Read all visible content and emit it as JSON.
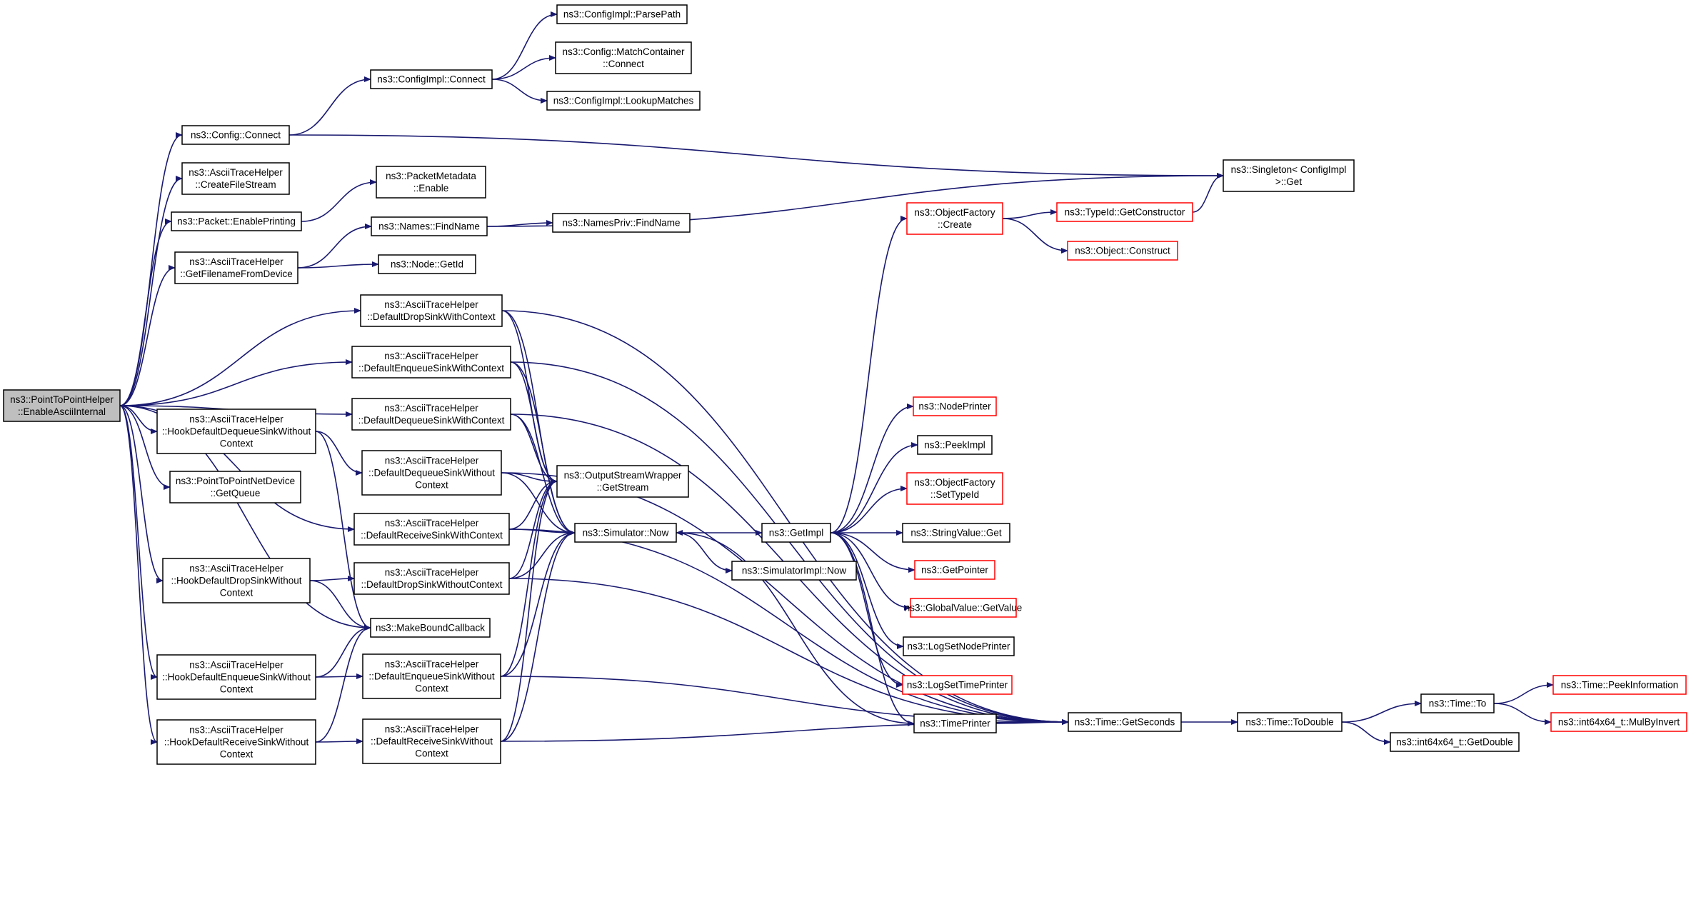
{
  "colors": {
    "edge": "#191970",
    "node_border": "#000000",
    "truncated_border": "#ff0000",
    "root_fill": "#bfbfbf",
    "node_fill": "#ffffff"
  },
  "nodes": [
    {
      "id": "root",
      "lines": [
        "ns3::PointToPointHelper",
        "::EnableAsciiInternal"
      ],
      "style": "root"
    },
    {
      "id": "cfg_connect",
      "lines": [
        "ns3::Config::Connect"
      ],
      "style": "normal"
    },
    {
      "id": "create_file_stream",
      "lines": [
        "ns3::AsciiTraceHelper",
        "::CreateFileStream"
      ],
      "style": "normal"
    },
    {
      "id": "packet_enable_printing",
      "lines": [
        "ns3::Packet::EnablePrinting"
      ],
      "style": "normal"
    },
    {
      "id": "get_filename",
      "lines": [
        "ns3::AsciiTraceHelper",
        "::GetFilenameFromDevice"
      ],
      "style": "normal"
    },
    {
      "id": "hook_dequeue",
      "lines": [
        "ns3::AsciiTraceHelper",
        "::HookDefaultDequeueSinkWithout",
        "Context"
      ],
      "style": "normal"
    },
    {
      "id": "p2p_get_queue",
      "lines": [
        "ns3::PointToPointNetDevice",
        "::GetQueue"
      ],
      "style": "normal"
    },
    {
      "id": "hook_drop",
      "lines": [
        "ns3::AsciiTraceHelper",
        "::HookDefaultDropSinkWithout",
        "Context"
      ],
      "style": "normal"
    },
    {
      "id": "hook_enqueue",
      "lines": [
        "ns3::AsciiTraceHelper",
        "::HookDefaultEnqueueSinkWithout",
        "Context"
      ],
      "style": "normal"
    },
    {
      "id": "hook_receive",
      "lines": [
        "ns3::AsciiTraceHelper",
        "::HookDefaultReceiveSinkWithout",
        "Context"
      ],
      "style": "normal"
    },
    {
      "id": "cfgimpl_connect",
      "lines": [
        "ns3::ConfigImpl::Connect"
      ],
      "style": "normal"
    },
    {
      "id": "pkt_metadata_enable",
      "lines": [
        "ns3::PacketMetadata",
        "::Enable"
      ],
      "style": "normal"
    },
    {
      "id": "names_findname",
      "lines": [
        "ns3::Names::FindName"
      ],
      "style": "normal"
    },
    {
      "id": "node_getid",
      "lines": [
        "ns3::Node::GetId"
      ],
      "style": "normal"
    },
    {
      "id": "drop_with_ctx",
      "lines": [
        "ns3::AsciiTraceHelper",
        "::DefaultDropSinkWithContext"
      ],
      "style": "normal"
    },
    {
      "id": "enqueue_with_ctx",
      "lines": [
        "ns3::AsciiTraceHelper",
        "::DefaultEnqueueSinkWithContext"
      ],
      "style": "normal"
    },
    {
      "id": "dequeue_with_ctx",
      "lines": [
        "ns3::AsciiTraceHelper",
        "::DefaultDequeueSinkWithContext"
      ],
      "style": "normal"
    },
    {
      "id": "dequeue_without_ctx",
      "lines": [
        "ns3::AsciiTraceHelper",
        "::DefaultDequeueSinkWithout",
        "Context"
      ],
      "style": "normal"
    },
    {
      "id": "receive_with_ctx",
      "lines": [
        "ns3::AsciiTraceHelper",
        "::DefaultReceiveSinkWithContext"
      ],
      "style": "normal"
    },
    {
      "id": "drop_without_ctx",
      "lines": [
        "ns3::AsciiTraceHelper",
        "::DefaultDropSinkWithoutContext"
      ],
      "style": "normal"
    },
    {
      "id": "make_bound_callback",
      "lines": [
        "ns3::MakeBoundCallback"
      ],
      "style": "normal"
    },
    {
      "id": "enqueue_without_ctx",
      "lines": [
        "ns3::AsciiTraceHelper",
        "::DefaultEnqueueSinkWithout",
        "Context"
      ],
      "style": "normal"
    },
    {
      "id": "receive_without_ctx",
      "lines": [
        "ns3::AsciiTraceHelper",
        "::DefaultReceiveSinkWithout",
        "Context"
      ],
      "style": "normal"
    },
    {
      "id": "cfgimpl_parsepath",
      "lines": [
        "ns3::ConfigImpl::ParsePath"
      ],
      "style": "normal"
    },
    {
      "id": "match_container_connect",
      "lines": [
        "ns3::Config::MatchContainer",
        "::Connect"
      ],
      "style": "normal"
    },
    {
      "id": "cfgimpl_lookupmatches",
      "lines": [
        "ns3::ConfigImpl::LookupMatches"
      ],
      "style": "normal"
    },
    {
      "id": "namespriv_findname",
      "lines": [
        "ns3::NamesPriv::FindName"
      ],
      "style": "normal"
    },
    {
      "id": "osw_getstream",
      "lines": [
        "ns3::OutputStreamWrapper",
        "::GetStream"
      ],
      "style": "normal"
    },
    {
      "id": "simulator_now",
      "lines": [
        "ns3::Simulator::Now"
      ],
      "style": "normal"
    },
    {
      "id": "simulatorimpl_now",
      "lines": [
        "ns3::SimulatorImpl::Now"
      ],
      "style": "normal"
    },
    {
      "id": "getimpl",
      "lines": [
        "ns3::GetImpl"
      ],
      "style": "normal"
    },
    {
      "id": "objfactory_create",
      "lines": [
        "ns3::ObjectFactory",
        "::Create"
      ],
      "style": "truncated"
    },
    {
      "id": "nodeprinter",
      "lines": [
        "ns3::NodePrinter"
      ],
      "style": "truncated"
    },
    {
      "id": "peekimpl",
      "lines": [
        "ns3::PeekImpl"
      ],
      "style": "normal"
    },
    {
      "id": "objfactory_settypeid",
      "lines": [
        "ns3::ObjectFactory",
        "::SetTypeId"
      ],
      "style": "truncated"
    },
    {
      "id": "stringvalue_get",
      "lines": [
        "ns3::StringValue::Get"
      ],
      "style": "normal"
    },
    {
      "id": "getpointer",
      "lines": [
        "ns3::GetPointer"
      ],
      "style": "truncated"
    },
    {
      "id": "globalvalue_getvalue",
      "lines": [
        "ns3::GlobalValue::GetValue"
      ],
      "style": "truncated"
    },
    {
      "id": "logsetnodeprinter",
      "lines": [
        "ns3::LogSetNodePrinter"
      ],
      "style": "normal"
    },
    {
      "id": "logsettimeprinter",
      "lines": [
        "ns3::LogSetTimePrinter"
      ],
      "style": "truncated"
    },
    {
      "id": "timeprinter",
      "lines": [
        "ns3::TimePrinter"
      ],
      "style": "normal"
    },
    {
      "id": "typeid_getconstructor",
      "lines": [
        "ns3::TypeId::GetConstructor"
      ],
      "style": "truncated"
    },
    {
      "id": "object_construct",
      "lines": [
        "ns3::Object::Construct"
      ],
      "style": "truncated"
    },
    {
      "id": "singleton_get",
      "lines": [
        "ns3::Singleton< ConfigImpl",
        " >::Get"
      ],
      "style": "normal"
    },
    {
      "id": "time_getseconds",
      "lines": [
        "ns3::Time::GetSeconds"
      ],
      "style": "normal"
    },
    {
      "id": "time_todouble",
      "lines": [
        "ns3::Time::ToDouble"
      ],
      "style": "normal"
    },
    {
      "id": "time_to",
      "lines": [
        "ns3::Time::To"
      ],
      "style": "normal"
    },
    {
      "id": "int64_getdouble",
      "lines": [
        "ns3::int64x64_t::GetDouble"
      ],
      "style": "normal"
    },
    {
      "id": "time_peekinformation",
      "lines": [
        "ns3::Time::PeekInformation"
      ],
      "style": "truncated"
    },
    {
      "id": "int64_mulbyinvert",
      "lines": [
        "ns3::int64x64_t::MulByInvert"
      ],
      "style": "truncated"
    }
  ]
}
